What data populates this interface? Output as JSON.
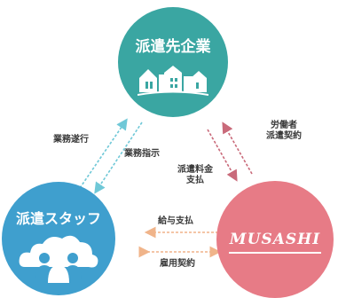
{
  "nodes": {
    "client": {
      "title": "派遣先企業",
      "color": "#3aa6a2"
    },
    "staff": {
      "title": "派遣スタッフ",
      "color": "#3f9fce"
    },
    "company": {
      "logo_text": "MUSASHI",
      "color": "#e77b86"
    }
  },
  "edges": {
    "staff_to_client": {
      "label": "業務遂行",
      "color": "#6fc8d7"
    },
    "client_to_staff": {
      "label": "業務指示",
      "color": "#6fc8d7"
    },
    "company_to_client": {
      "label_lines": [
        "労働者",
        "派遣契約"
      ],
      "color": "#c96a7a"
    },
    "client_to_company": {
      "label_lines": [
        "派遣料金",
        "支払"
      ],
      "color": "#c96a7a"
    },
    "company_to_staff_pay": {
      "label": "給与支払",
      "color": "#f0b48a"
    },
    "employment_contract": {
      "label": "雇用契約",
      "color": "#f0b48a"
    }
  }
}
